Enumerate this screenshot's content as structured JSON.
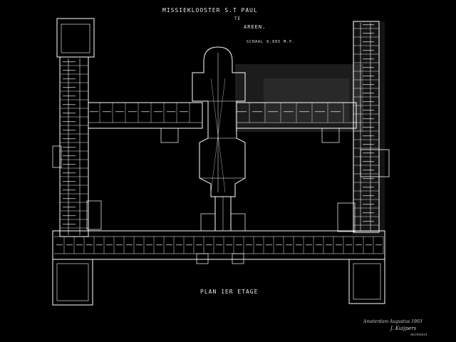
{
  "title": {
    "main": "MISSIEKLOOSTER S.T PAUL",
    "te": "TE",
    "place": "AREEN.",
    "scale": "SCHAAL 0,005 M.P.",
    "plan": "PLAN 1ER ETAGE"
  },
  "signature": {
    "date": "Amsterdam Augustus 1903",
    "name": "J. Kuijpers",
    "role": "Architect"
  },
  "colors": {
    "background": "#000000",
    "line": "#ffffff",
    "label": "#e8e8e8"
  }
}
